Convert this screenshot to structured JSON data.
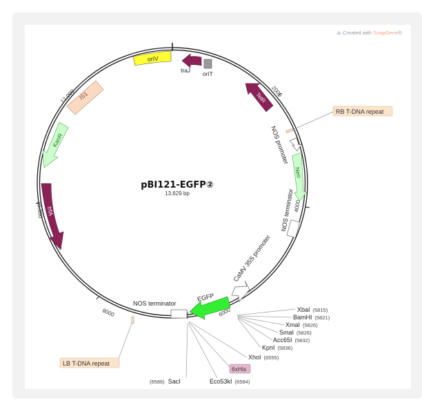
{
  "watermark": {
    "prefix": "Created with ",
    "brand": "SnapGene",
    "suffix": "®"
  },
  "plasmid": {
    "name": "pBI121-EGFP②",
    "length": "13,629 bp"
  },
  "ticks": {
    "t2000": "2000",
    "t4000": "4000",
    "t6000": "6000",
    "t8000": "8000",
    "t10000": "10,000",
    "t12000": "12,000"
  },
  "features": {
    "oriV": "oriV",
    "traJ": "traJ",
    "oriT": "oriT",
    "tetR": "TetR",
    "is1": "IS1",
    "kanR": "KanR",
    "trfA": "trfA",
    "neo": "Neo",
    "egfp_arrow": "EGFP",
    "nos_promoter": "NOS promoter",
    "nos_terminator_right": "NOS terminator",
    "camv": "CaMV 35S promoter",
    "egfp": "EGFP",
    "nos_terminator_bottom": "NOS terminator",
    "rb": "RB T-DNA repeat",
    "lb": "LB T-DNA repeat",
    "his": "6xHis"
  },
  "sites": [
    {
      "name": "XbaI",
      "pos": "(5815)"
    },
    {
      "name": "BamHI",
      "pos": "(5821)"
    },
    {
      "name": "XmaI",
      "pos": "(5826)"
    },
    {
      "name": "SmaI",
      "pos": "(5826)"
    },
    {
      "name": "Acc65I",
      "pos": "(5832)"
    },
    {
      "name": "KpnI",
      "pos": "(5836)"
    },
    {
      "name": "XhoI",
      "pos": "(6555)"
    },
    {
      "name": "Eco53kI",
      "pos": "(6584)"
    },
    {
      "name": "SacI",
      "pos": "(6586)"
    }
  ],
  "colors": {
    "oriV": "#ffff33",
    "traJ": "#8b2257",
    "oriT": "#999999",
    "TetR": "#8b2257",
    "IS1": "#fbd9c3",
    "KanR": "#ccffcc",
    "trfA": "#8b2257",
    "Neo": "#ccffcc",
    "EGFP": "#33ee33",
    "his": "#e4b9cc",
    "repeat": "#fbe3cc"
  }
}
